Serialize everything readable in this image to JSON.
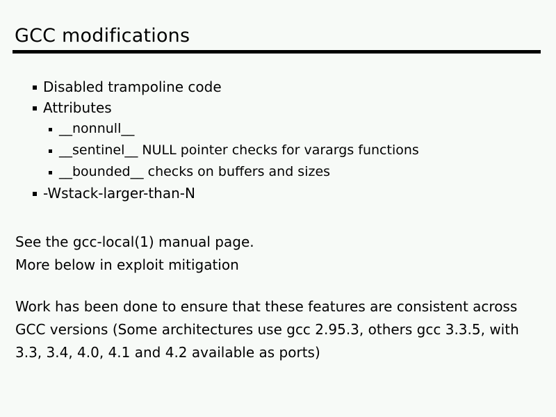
{
  "slide": {
    "title": "GCC modifications",
    "background_color": "#f7faf7",
    "text_color": "#000000",
    "rule_color": "#000000",
    "bullets": [
      {
        "level": 1,
        "text": "Disabled trampoline code"
      },
      {
        "level": 1,
        "text": "Attributes"
      },
      {
        "level": 2,
        "text": "__nonnull__"
      },
      {
        "level": 2,
        "text": "__sentinel__ NULL pointer checks for varargs functions"
      },
      {
        "level": 2,
        "text": "__bounded__ checks on buffers and sizes"
      },
      {
        "level": 1,
        "text": "-Wstack-larger-than-N"
      }
    ],
    "body_blocks": [
      {
        "lines": [
          "See the gcc-local(1) manual page.",
          "More below in exploit mitigation"
        ]
      },
      {
        "lines": [
          "Work has been done to ensure that these features are consistent across",
          "GCC versions (Some architectures use gcc 2.95.3, others gcc 3.3.5, with",
          "3.3, 3.4, 4.0, 4.1 and 4.2 available as ports)"
        ]
      }
    ]
  }
}
